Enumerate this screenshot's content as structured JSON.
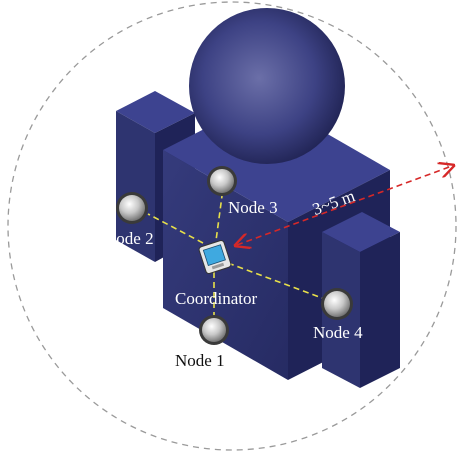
{
  "diagram": {
    "labels": {
      "node1": "Node 1",
      "node2": "Node 2",
      "node3": "Node 3",
      "node4": "Node 4",
      "coordinator": "Coordinator",
      "range": "3~5 m"
    },
    "colors": {
      "body_front": "#2e3470",
      "body_side": "#1f2358",
      "body_top": "#3d4390",
      "head_center": "#6b6fa8",
      "head_edge": "#1e2150",
      "link_line": "#e8e04a",
      "range_arrow": "#d62828",
      "boundary_circle": "#9a9a9a",
      "label_white": "#ffffff",
      "label_black": "#111111"
    }
  }
}
